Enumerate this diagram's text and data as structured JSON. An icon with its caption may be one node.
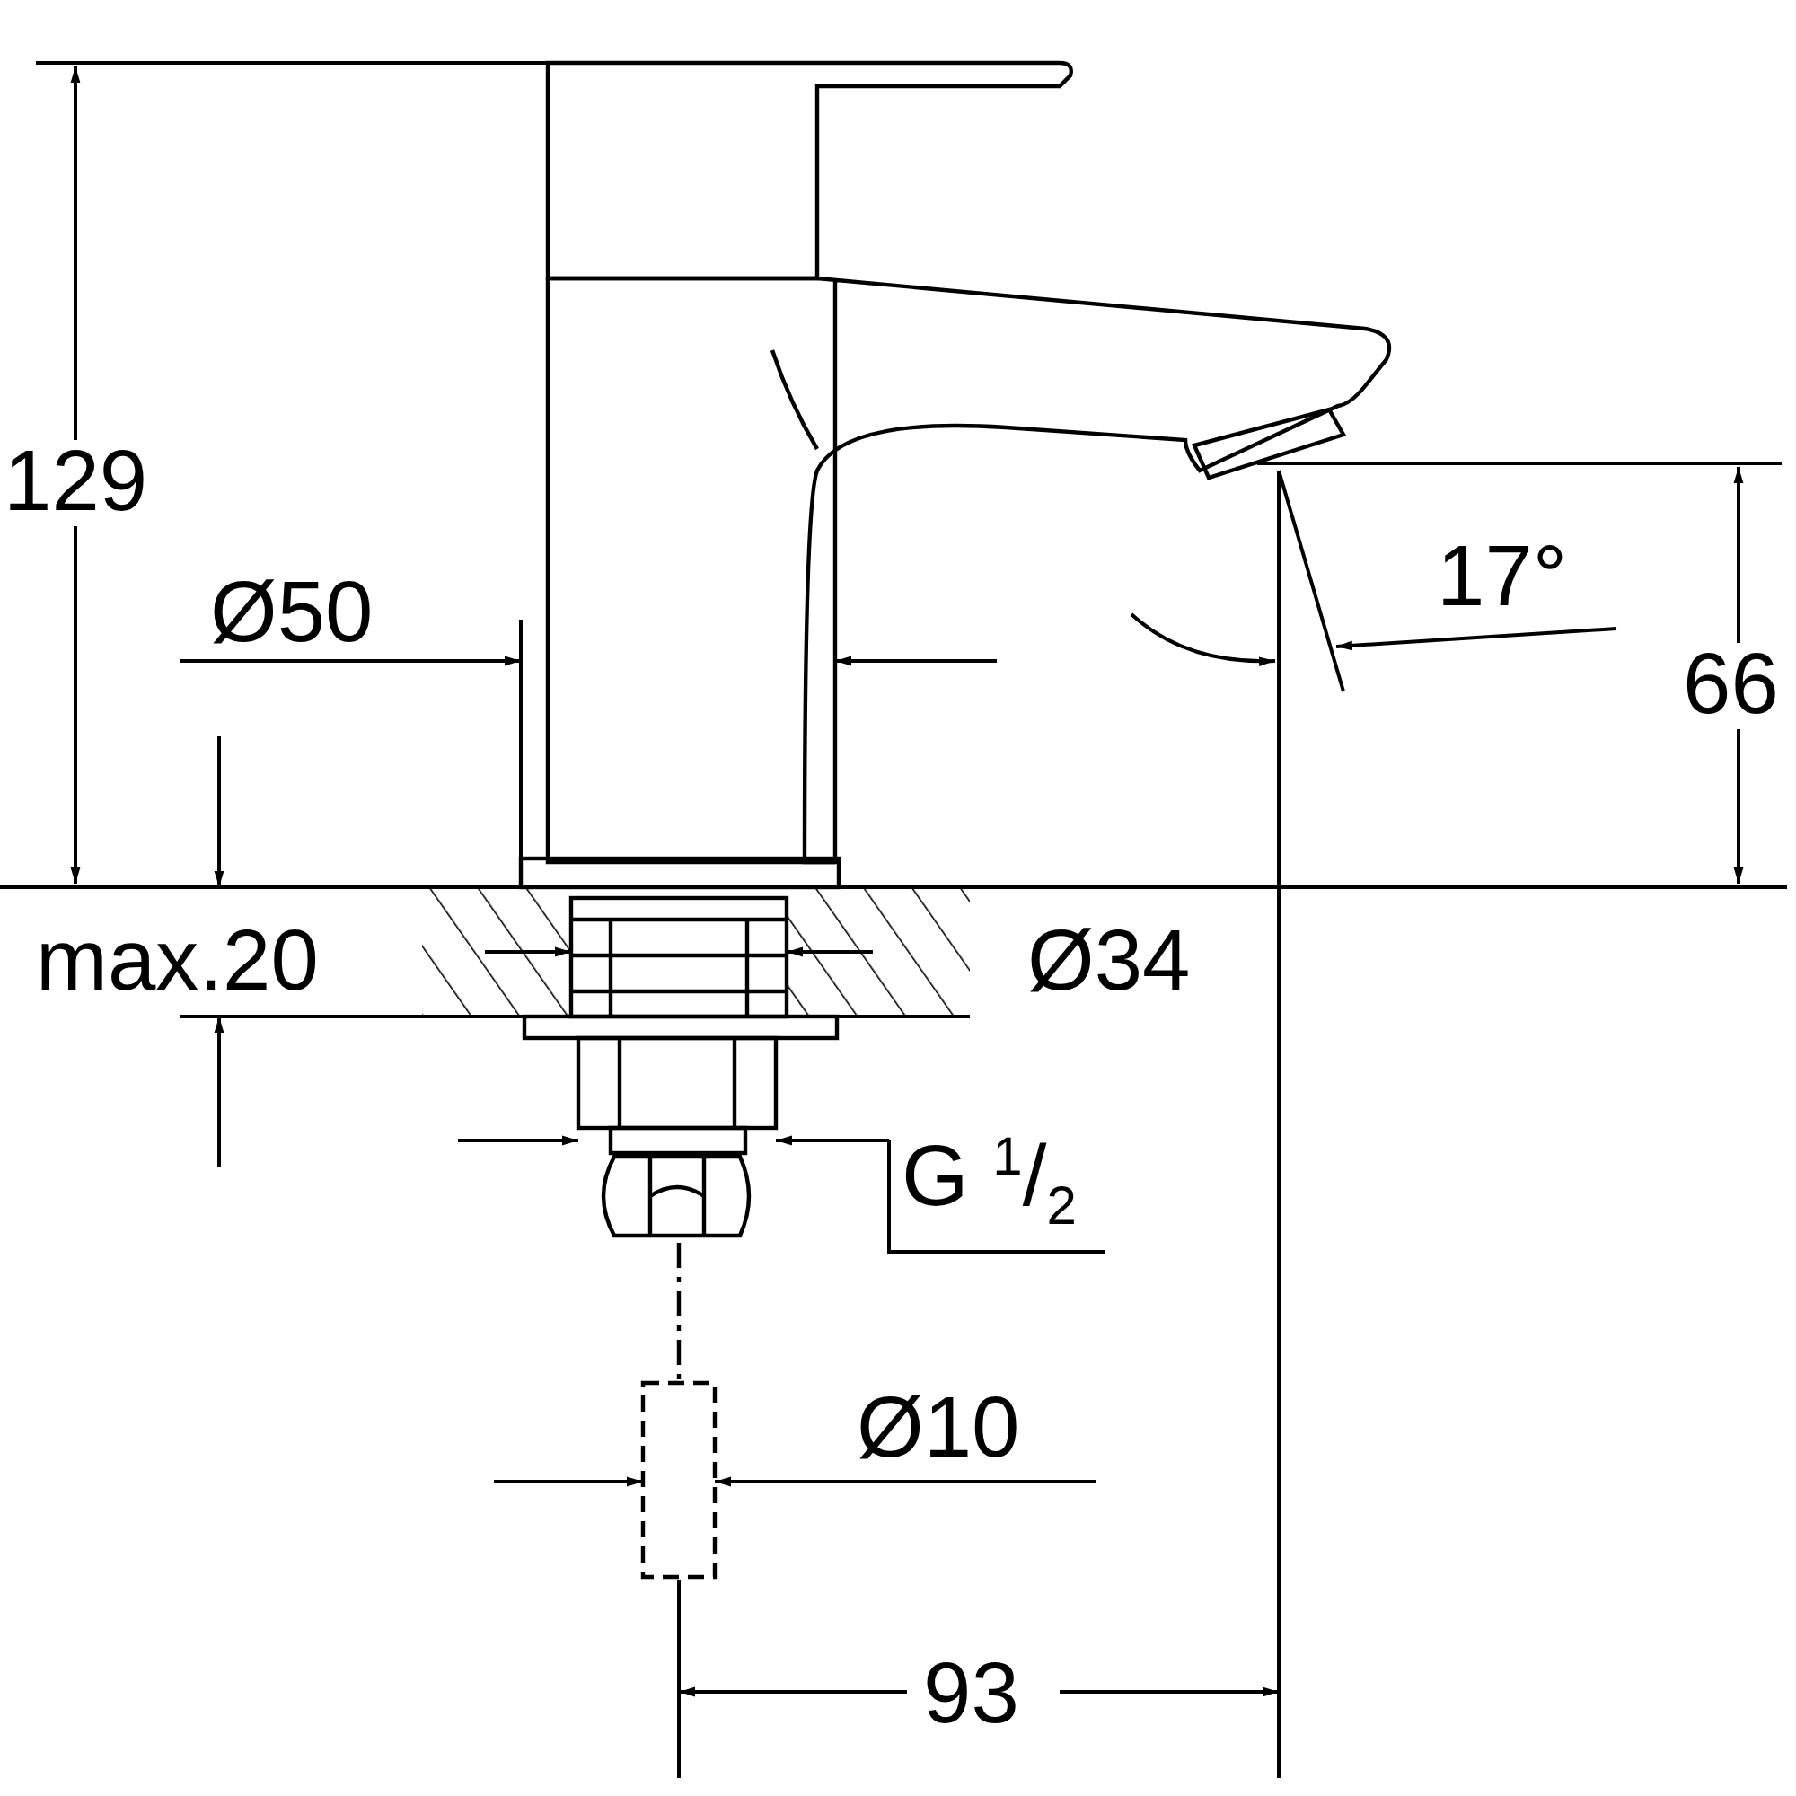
{
  "diagram": {
    "labels": [
      "129",
      "Ø50",
      "17°",
      "66",
      "max.20",
      "Ø34",
      "G $^{1}$/$_{2}$",
      "Ø10",
      "93"
    ]
  }
}
